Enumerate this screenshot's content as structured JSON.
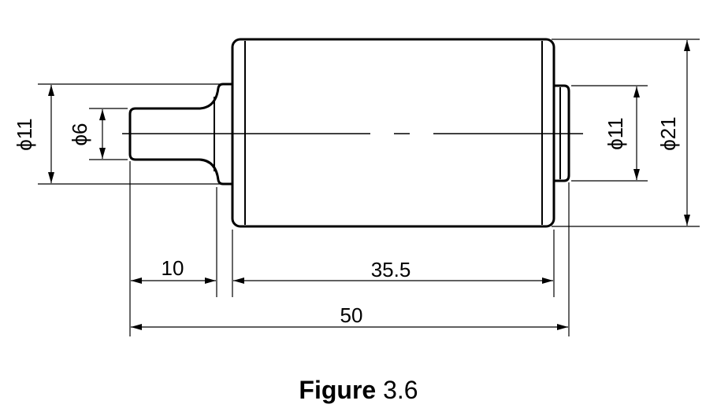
{
  "drawing": {
    "dimensions": {
      "left_shaft_outer_diameter": "ϕ11",
      "left_shaft_tip_diameter": "ϕ6",
      "right_hub_diameter": "ϕ11",
      "body_diameter": "ϕ21",
      "shaft_length": "10",
      "body_length": "35.5",
      "overall_length": "50"
    },
    "colors": {
      "line": "#000000",
      "background": "#ffffff"
    }
  },
  "caption": {
    "label": "Figure",
    "number": "3.6"
  }
}
